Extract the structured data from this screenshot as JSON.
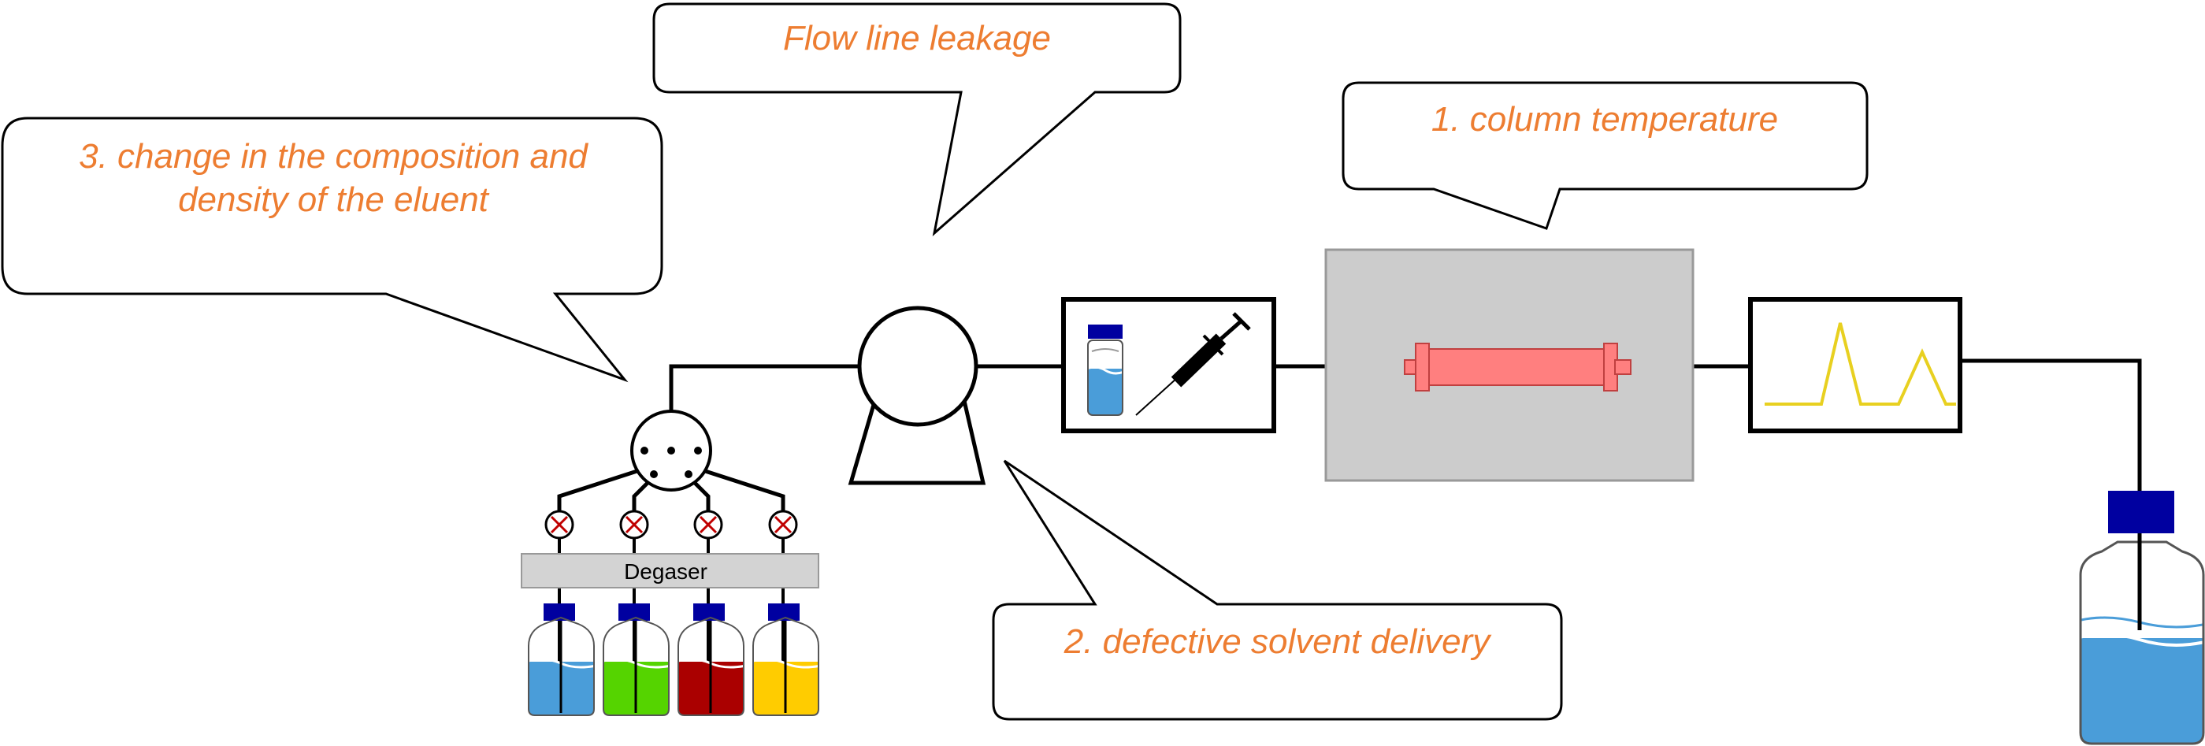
{
  "callouts": {
    "flow_line_leakage": "Flow line leakage",
    "column_temperature": "1. column temperature",
    "eluent_composition_line1": "3. change in the composition and",
    "eluent_composition_line2": "density of the eluent",
    "solvent_delivery": "2. defective solvent delivery"
  },
  "components": {
    "degaser_label": "Degaser",
    "pump": "pump-icon",
    "injector": "injector-icon",
    "column_oven": "column-oven",
    "detector": "detector-icon",
    "mixing_valve": "mixing-valve-icon",
    "waste_bottle": "waste-bottle-icon"
  },
  "colors": {
    "callout_text": "#ED7D31",
    "line": "#000000",
    "oven": "#CCCCCC",
    "column": "#FF7F7F",
    "cap": "#0000A0",
    "chromatogram": "#E8D020",
    "solvent_blue": "#4A9DD9",
    "solvent_green": "#55D400",
    "solvent_red": "#AA0000",
    "solvent_yellow": "#FFCC00"
  }
}
